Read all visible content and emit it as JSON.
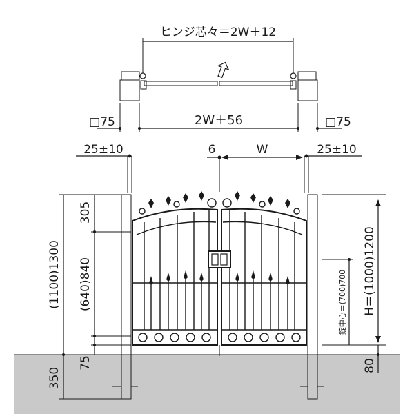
{
  "plan_view": {
    "hinge_center_label": "ヒンジ芯々＝2W＋12",
    "overall_width_label": "2W＋56",
    "post_left_label": "□75",
    "post_right_label": "□75"
  },
  "elevation": {
    "gap_left_label": "25±10",
    "gap_right_label": "25±10",
    "center_gap_label": "6",
    "leaf_width_label": "W",
    "total_height_label": "(1100)1300",
    "ornament_height_label": "305",
    "body_height_label": "(640)840",
    "bottom_clearance_label": "75",
    "embed_depth_label": "350",
    "gate_height_label": "H＝(1000)1200",
    "lock_center_label": "錠中心＝(700)700",
    "ground_clearance_label": "80"
  },
  "colors": {
    "ground": "#c9c9c9",
    "line": "#1a1a1a"
  }
}
